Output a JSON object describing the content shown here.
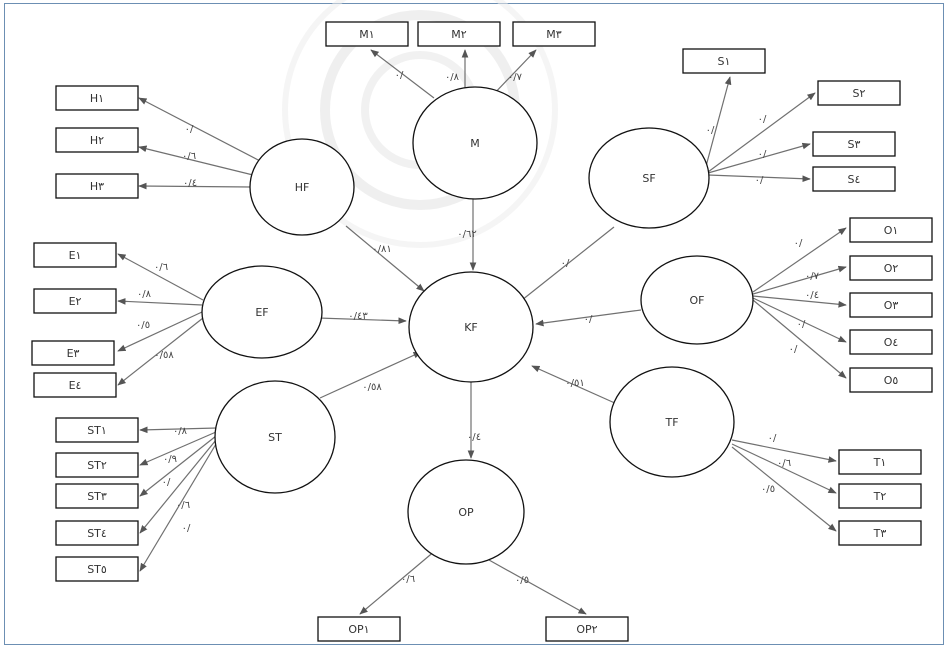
{
  "latent": {
    "M": "M",
    "HF": "HF",
    "SF": "SF",
    "EF": "EF",
    "KF": "KF",
    "OF": "OF",
    "ST": "ST",
    "TF": "TF",
    "OP": "OP"
  },
  "indicators": {
    "M1": "M۱",
    "M2": "M۲",
    "M3": "M۳",
    "S1": "S۱",
    "S2": "S۲",
    "S3": "S۳",
    "S4": "S٤",
    "H1": "H۱",
    "H2": "H۲",
    "H3": "H۳",
    "E1": "E۱",
    "E2": "E۲",
    "E3": "E۳",
    "E4": "E٤",
    "O1": "O۱",
    "O2": "O۲",
    "O3": "O۳",
    "O4": "O٤",
    "O5": "O٥",
    "ST1": "ST۱",
    "ST2": "ST۲",
    "ST3": "ST۳",
    "ST4": "ST٤",
    "ST5": "ST٥",
    "T1": "T۱",
    "T2": "T۲",
    "T3": "T۳",
    "OP1": "OP۱",
    "OP2": "OP۲"
  },
  "weights": {
    "M_M1": "۰/",
    "M_M2": "۰/۸",
    "M_M3": "۰/۷",
    "HF_H1": "۰/",
    "HF_H2": "۰/٦",
    "HF_H3": "۰/٤",
    "SF_S1": "۰/",
    "SF_S2": "۰/",
    "SF_S3": "۰/",
    "SF_S4": "۰/",
    "EF_E1": "۰/٦",
    "EF_E2": "۰/۸",
    "EF_E3": "۰/٥",
    "EF_E4": "۰/٥۸",
    "OF_O1": "۰/",
    "OF_O2": "۰/۷",
    "OF_O3": "۰/٤",
    "OF_O4": "۰/",
    "OF_O5": "۰/",
    "ST_ST1": "۰/۸",
    "ST_ST2": "۰/۹",
    "ST_ST3": "۰/",
    "ST_ST4": "۰/٦",
    "ST_ST5": "۰/",
    "TF_T1": "۰/",
    "TF_T2": "۰/٦",
    "TF_T3": "۰/٥",
    "OP_OP1": "۰/٦",
    "OP_OP2": "۰/٥",
    "M_KF": "۰/٦٢",
    "HF_KF": "۰/۸۱",
    "SF_KF": "۰/",
    "EF_KF": "۰/٤۳",
    "OF_KF": "۰/",
    "ST_KF": "۰/٥۸",
    "TF_KF": "۰/٥۱",
    "KF_OP": "۰/٤"
  }
}
